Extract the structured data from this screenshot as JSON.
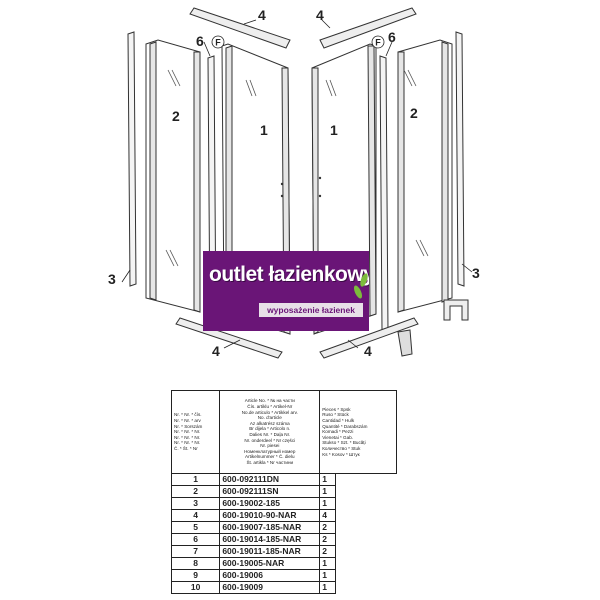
{
  "diagram": {
    "part_labels": [
      "1",
      "1",
      "2",
      "2",
      "3",
      "3",
      "4",
      "4",
      "4",
      "4",
      "6",
      "6"
    ],
    "callouts": [
      "F",
      "F"
    ]
  },
  "logo": {
    "title": "outlet łazienkowy",
    "subtitle": "wyposażenie łazienek"
  },
  "table": {
    "header_col1": [
      "Nr. * Nr. * čís.",
      "Nr. * Nr. * arv",
      "Nr. * Sorszám",
      "Nr. * Nr. * Nr.",
      "Nr. * Nr. * Nr.",
      "Nr. * Nr. * Nr.",
      "Č. * Št. * Nr"
    ],
    "header_col2": [
      "Article No. * № на части",
      "Čís. artiklu * Artikel-Nr",
      "No.de articulo * Artikkel arv.",
      "No. d'article",
      "Az alkatrész száma",
      "Br dijela * Articolo n.",
      "Dalies Nr. * Daļa Nr.",
      "Nr. onderdeel * Nr części",
      "Nr. piesei",
      "Номенклатурный номер",
      "Artikelnummer * Č. dielu",
      "Št. artikla * Nr частини"
    ],
    "header_col3": [
      "Pieces * Spsk",
      "Ruso * Stück",
      "Cantidad * Hulk",
      "Quantité * Darabszám",
      "Komadi * Pezzi",
      "Vienetai * Gab.",
      "Stukso * Szt. * Bucăți",
      "Количество * Stuk",
      "Ks * Kosov * Штук"
    ],
    "rows": [
      {
        "num": "1",
        "code": "600-092111DN",
        "qty": "1"
      },
      {
        "num": "2",
        "code": "600-092111SN",
        "qty": "1"
      },
      {
        "num": "3",
        "code": "600-19002-185",
        "qty": "1"
      },
      {
        "num": "4",
        "code": "600-19010-90-NAR",
        "qty": "4"
      },
      {
        "num": "5",
        "code": "600-19007-185-NAR",
        "qty": "2"
      },
      {
        "num": "6",
        "code": "600-19014-185-NAR",
        "qty": "2"
      },
      {
        "num": "7",
        "code": "600-19011-185-NAR",
        "qty": "2"
      },
      {
        "num": "8",
        "code": "600-19005-NAR",
        "qty": "1"
      },
      {
        "num": "9",
        "code": "600-19006",
        "qty": "1"
      },
      {
        "num": "10",
        "code": "600-19009",
        "qty": "1"
      }
    ]
  }
}
